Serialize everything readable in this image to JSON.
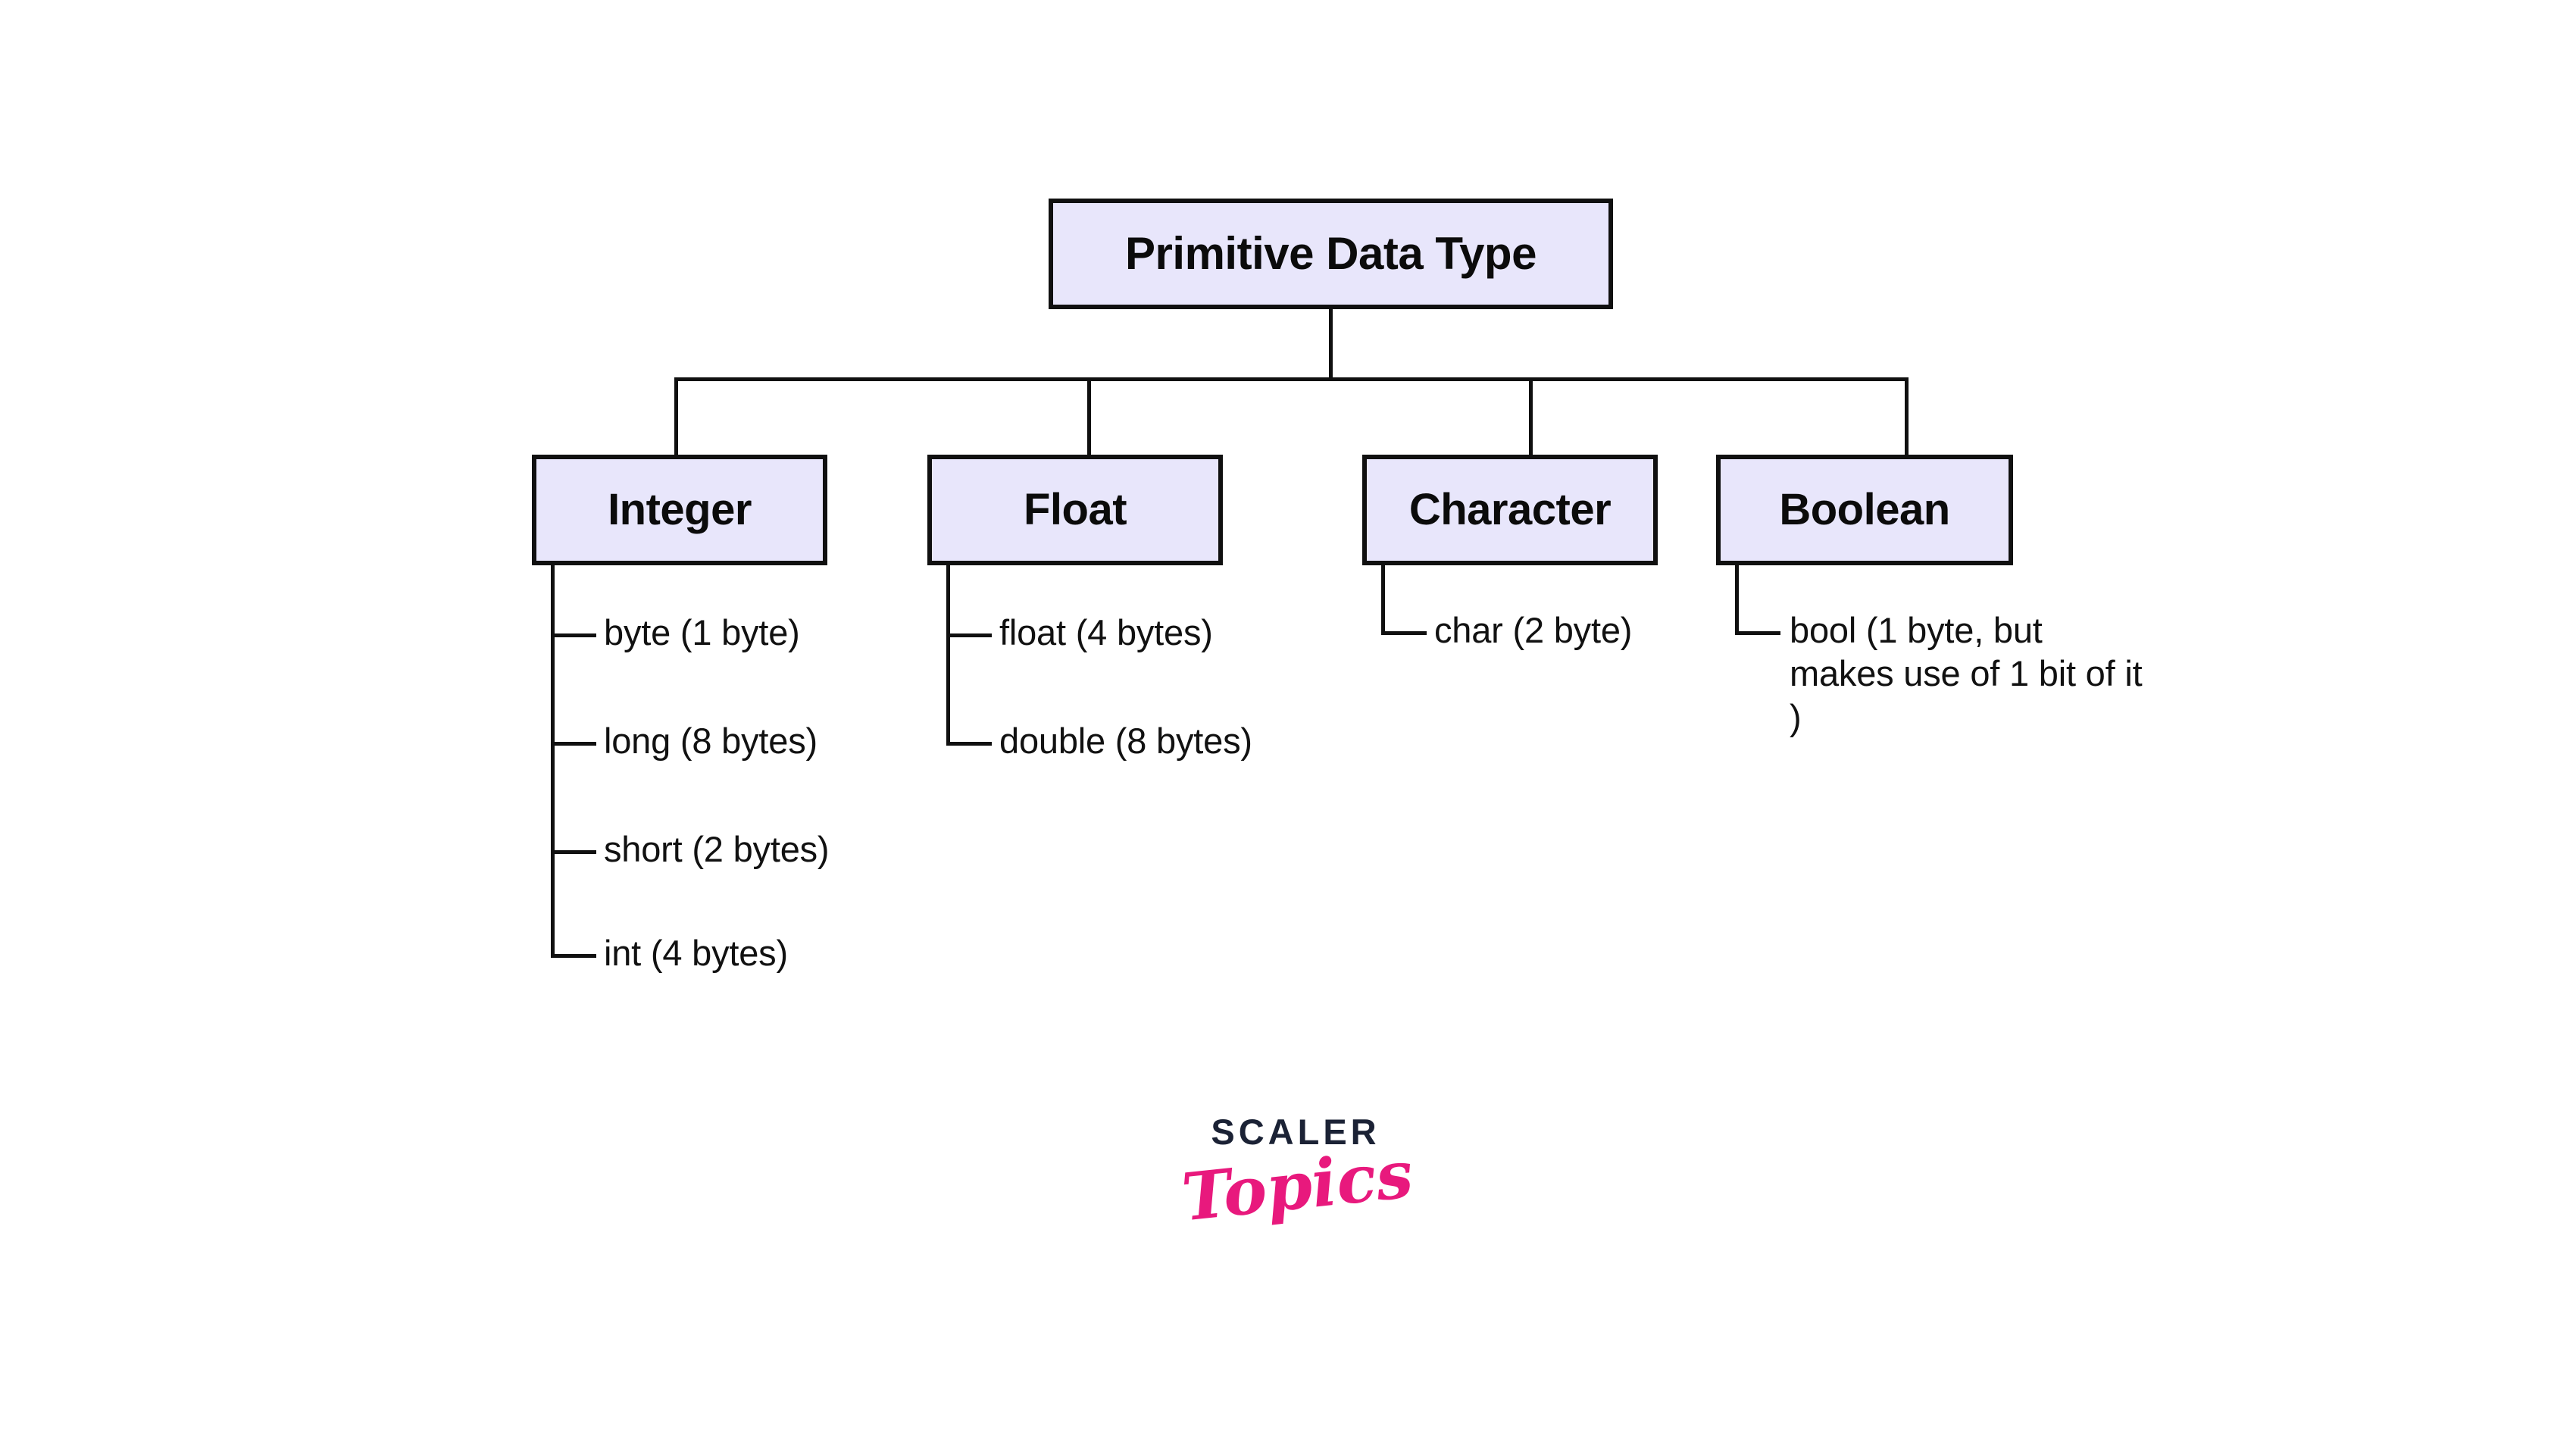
{
  "diagram": {
    "type": "tree",
    "root": {
      "label": "Primitive Data Type"
    },
    "branches": [
      {
        "label": "Integer",
        "leaves": [
          "byte (1 byte)",
          "long (8 bytes)",
          "short (2 bytes)",
          "int (4 bytes)"
        ]
      },
      {
        "label": "Float",
        "leaves": [
          "float (4 bytes)",
          "double (8 bytes)"
        ]
      },
      {
        "label": "Character",
        "leaves": [
          "char (2 byte)"
        ]
      },
      {
        "label": "Boolean",
        "leaves": [
          "bool (1 byte, but makes use of 1 bit of it )"
        ]
      }
    ],
    "colors": {
      "box_fill": "#E8E6FB",
      "box_border": "#101010",
      "text": "#111111",
      "background": "#FFFFFF"
    }
  },
  "logo": {
    "wordmark": "SCALER",
    "script": "Topics",
    "wordmark_color": "#1B2235",
    "script_color": "#E8197D"
  }
}
